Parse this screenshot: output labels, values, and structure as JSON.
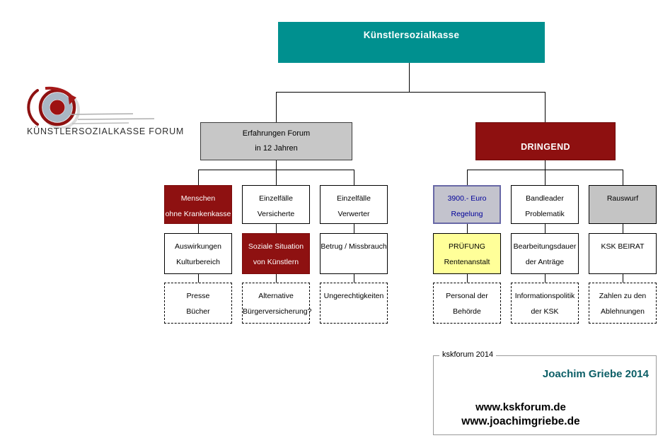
{
  "colors": {
    "root_teal": "#00908f",
    "dark_red": "#8e1111",
    "gray_box": "#c4c4c4",
    "blue_cell_bg": "#c3c3cd",
    "blue_cell_text": "#000099",
    "yellow_cell": "#ffff99",
    "author_teal": "#0b5e66"
  },
  "logo": {
    "caption": "KÜNSTLERSOZIALKASSE FORUM"
  },
  "root": {
    "label": "Künstlersozialkasse"
  },
  "branch_left": {
    "line1": "Erfahrungen Forum",
    "line2": "in 12 Jahren"
  },
  "branch_right": {
    "line1": "DRINGEND"
  },
  "cells": {
    "c1r1": {
      "line1": "Menschen",
      "line2": "ohne Krankenkasse"
    },
    "c1r2": {
      "line1": "Auswirkungen",
      "line2": "Kulturbereich"
    },
    "c1r3": {
      "line1": "Presse",
      "line2": "Bücher"
    },
    "c2r1": {
      "line1": "Einzelfälle",
      "line2": "Versicherte"
    },
    "c2r2": {
      "line1": "Soziale Situation",
      "line2": "von Künstlern"
    },
    "c2r3": {
      "line1": "Alternative",
      "line2": "Bürgerversicherung?"
    },
    "c3r1": {
      "line1": "Einzelfälle",
      "line2": "Verwerter"
    },
    "c3r2": {
      "line1": "Betrug / Missbrauch"
    },
    "c3r3": {
      "line1": "Ungerechtigkeiten"
    },
    "c4r1": {
      "line1": "3900.- Euro",
      "line2": "Regelung"
    },
    "c4r2": {
      "line1": "PRÜFUNG",
      "line2": "Rentenanstalt"
    },
    "c4r3": {
      "line1": "Personal der",
      "line2": "Behörde"
    },
    "c5r1": {
      "line1": "Bandleader",
      "line2": "Problematik"
    },
    "c5r2": {
      "line1": "Bearbeitungsdauer",
      "line2": "der Anträge"
    },
    "c5r3": {
      "line1": "Informationspolitik",
      "line2": "der KSK"
    },
    "c6r1": {
      "line1": "Rauswurf"
    },
    "c6r2": {
      "line1": "KSK BEIRAT"
    },
    "c6r3": {
      "line1": "Zahlen zu den",
      "line2": "Ablehnungen"
    }
  },
  "footer": {
    "legend": "kskforum 2014",
    "author": "Joachim Griebe 2014",
    "url1": "www.kskforum.de",
    "url2": "www.joachimgriebe.de"
  }
}
